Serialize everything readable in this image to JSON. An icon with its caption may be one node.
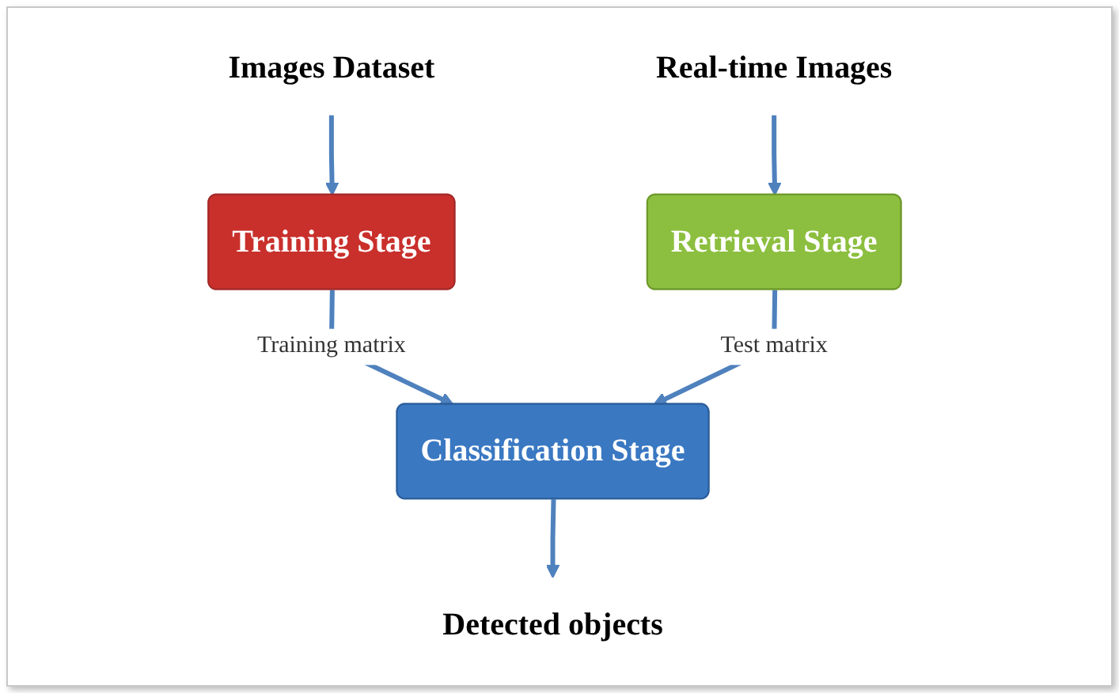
{
  "diagram": {
    "nodes": [
      {
        "text": [
          "Images Dataset"
        ]
      },
      {
        "text": [
          "Real-time Images"
        ]
      },
      {
        "text": [
          "Training Stage"
        ]
      },
      {
        "text": [
          "Retrieval Stage"
        ]
      },
      {
        "text": [
          "Classification Stage"
        ]
      },
      {
        "text": [
          "Detected objects"
        ]
      }
    ],
    "edges": [
      {
        "from": 0,
        "to": 2,
        "arrow": "to"
      },
      {
        "from": 1,
        "to": 3,
        "arrow": "to"
      },
      {
        "from": 2,
        "to": 4,
        "arrow": "to",
        "label": "Training matrix"
      },
      {
        "from": 3,
        "to": 4,
        "arrow": "to",
        "label": "Test matrix"
      },
      {
        "from": 4,
        "to": 5,
        "arrow": "to"
      }
    ]
  }
}
